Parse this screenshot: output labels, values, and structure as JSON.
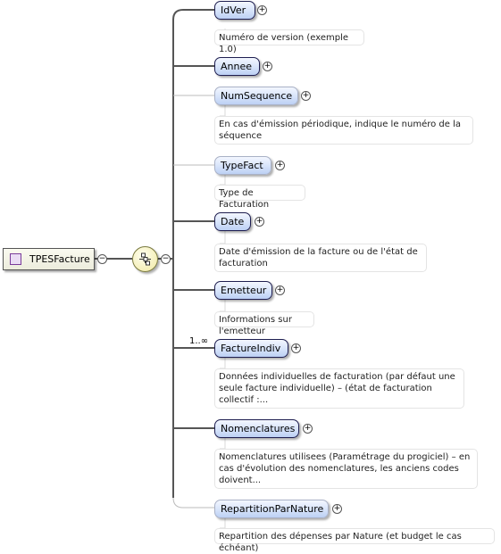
{
  "root": {
    "label": "TPESFacture"
  },
  "cardinality": "1..∞",
  "elements": [
    {
      "label": "IdVer",
      "doc": "Numéro de version (exemple 1.0)"
    },
    {
      "label": "Annee",
      "doc": ""
    },
    {
      "label": "NumSequence",
      "doc": "En cas d'émission périodique, indique le numéro de la séquence"
    },
    {
      "label": "TypeFact",
      "doc": "Type de Facturation"
    },
    {
      "label": "Date",
      "doc": "Date d'émission de la facture ou de l'état de facturation"
    },
    {
      "label": "Emetteur",
      "doc": "Informations sur l'emetteur"
    },
    {
      "label": "FactureIndiv",
      "doc": "Données individuelles de facturation (par défaut une seule facture individuelle) – (état de facturation collectif :..."
    },
    {
      "label": "Nomenclatures",
      "doc": "Nomenclatures utilisees (Paramétrage du progiciel) – en cas d'évolution des nomenclatures, les anciens codes doivent..."
    },
    {
      "label": "RepartitionParNature",
      "doc": "Repartition des dépenses par Nature (et budget le cas échéant)"
    }
  ]
}
